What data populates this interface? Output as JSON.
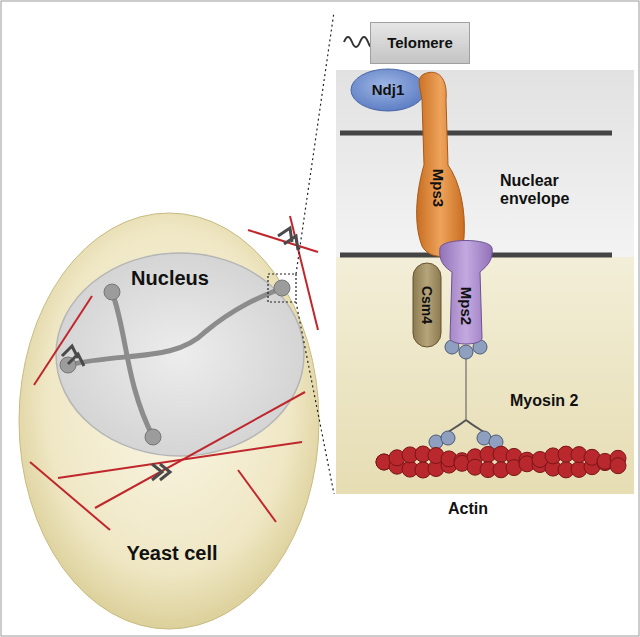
{
  "diagram": {
    "nodes": [
      {
        "text": [
          "Yeast cell"
        ]
      },
      {
        "text": [
          "Nucleus"
        ],
        "in": 0
      },
      {
        "text": [
          "Telomere"
        ]
      },
      {
        "text": [
          "Ndj1"
        ]
      },
      {
        "text": [
          "Mps3"
        ]
      },
      {
        "text": [
          "Mps2"
        ]
      },
      {
        "text": [
          "Csm4"
        ]
      }
    ],
    "labels": [
      "Nuclear envelope",
      "Myosin 2",
      "Actin"
    ]
  }
}
